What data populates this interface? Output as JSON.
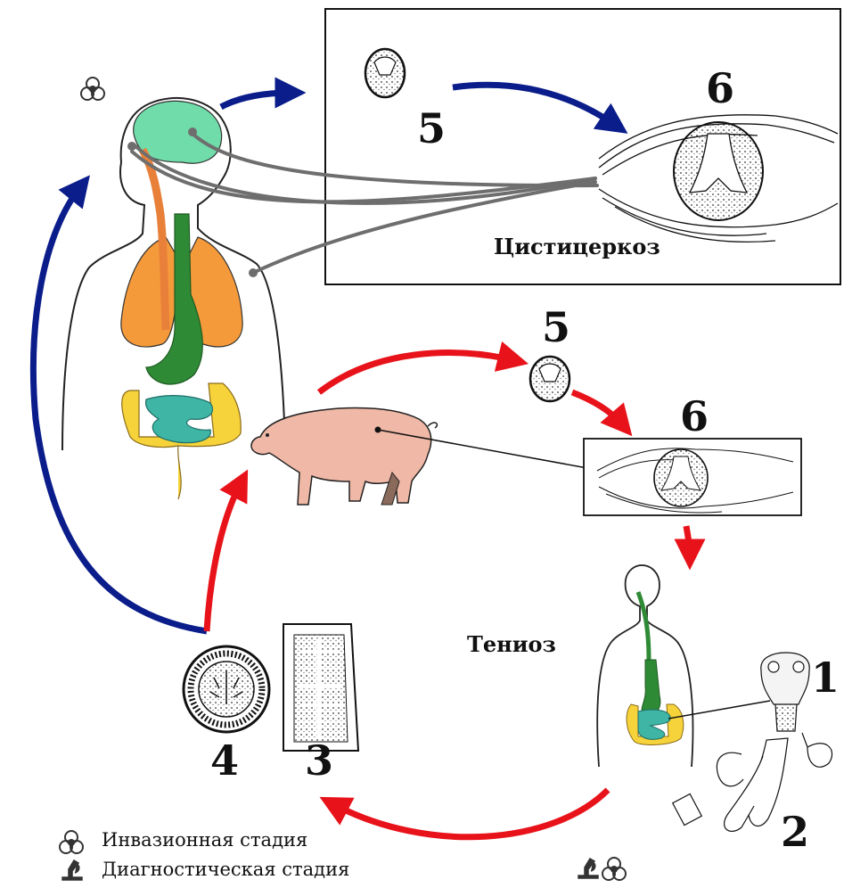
{
  "labels": {
    "cysticercosis": "Цистицеркоз",
    "teniasis": "Тениоз",
    "stage_5_top": "5",
    "stage_6_top": "6",
    "stage_5_mid": "5",
    "stage_6_mid": "6",
    "stage_1": "1",
    "stage_2": "2",
    "stage_3": "3",
    "stage_4": "4"
  },
  "legend": {
    "invasive": "Инвазионная стадия",
    "diagnostic": "Диагностическая стадия"
  },
  "colors": {
    "human_route": "#0a1d8a",
    "pig_route": "#e8131a",
    "pointer_lines": "#6e6e6e",
    "brain": "#6fdcaa",
    "lungs": "#f59a3a",
    "esophagus": "#e8803a",
    "stomach": "#2f8a35",
    "small_intestine": "#3fb5a5",
    "large_intestine": "#f6d33a",
    "pig": "#f0b8a6"
  },
  "icons": [
    "biohazard-icon",
    "microscope-icon"
  ]
}
